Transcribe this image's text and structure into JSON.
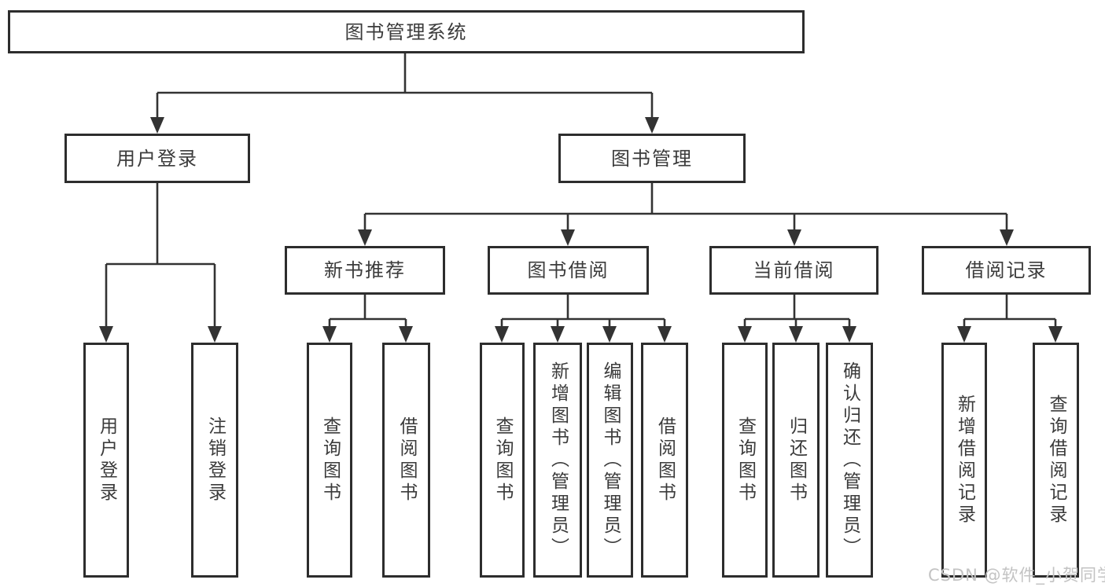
{
  "colors": {
    "line": "#333333",
    "box_border": "#2d2d2d",
    "box_bg": "#ffffff",
    "text": "#3b3b3b",
    "watermark_text": "#c3c3c3"
  },
  "root": {
    "label": "图书管理系统"
  },
  "level2": [
    {
      "label": "用户登录",
      "leaves": [
        {
          "label": "用户登录"
        },
        {
          "label": "注销登录"
        }
      ]
    },
    {
      "label": "图书管理",
      "groups": [
        {
          "label": "新书推荐",
          "leaves": [
            {
              "label": "查询图书"
            },
            {
              "label": "借阅图书"
            }
          ]
        },
        {
          "label": "图书借阅",
          "leaves": [
            {
              "label": "查询图书"
            },
            {
              "label": "新增图书（管理员）"
            },
            {
              "label": "编辑图书（管理员）"
            },
            {
              "label": "借阅图书"
            }
          ]
        },
        {
          "label": "当前借阅",
          "leaves": [
            {
              "label": "查询图书"
            },
            {
              "label": "归还图书"
            },
            {
              "label": "确认归还（管理员）"
            }
          ]
        },
        {
          "label": "借阅记录",
          "leaves": [
            {
              "label": "新增借阅记录"
            },
            {
              "label": "查询借阅记录"
            }
          ]
        }
      ]
    }
  ],
  "watermark": "CSDN @软件_小贺同学"
}
